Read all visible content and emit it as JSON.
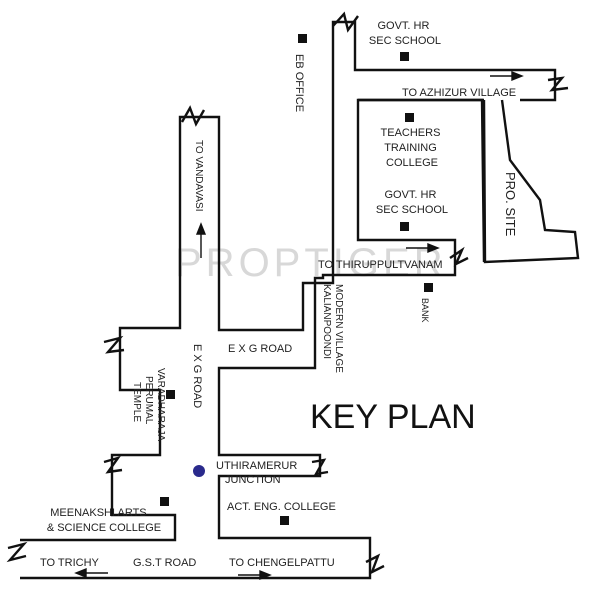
{
  "title": "KEY PLAN",
  "watermark": "PROPTIGER",
  "labels": {
    "govt_hr_sec_school_1": [
      "GOVT. HR",
      "SEC SCHOOL"
    ],
    "eb_office": "EB OFFICE",
    "to_azhizur_village": "TO AZHIZUR VILLAGE",
    "teachers_training_college": [
      "TEACHERS",
      "TRAINING",
      "COLLEGE"
    ],
    "pro_site": "PRO. SITE",
    "govt_hr_sec_school_2": [
      "GOVT. HR",
      "SEC SCHOOL"
    ],
    "to_thiruppultvanam": "TO THIRUPPULTVANAM",
    "bank": "BANK",
    "kalianpoondi_modern_village": [
      "KALIANPOONDI",
      "MODERN VILLAGE"
    ],
    "to_vandavasi": "TO VANDAVASI",
    "exg_road_horizontal": "E X G ROAD",
    "exg_road_vertical": "E X G ROAD",
    "varadharaja_perumal_temple": [
      "VARADHARAJA",
      "PERUMAL",
      "TEMPLE"
    ],
    "uthiramerur_junction": [
      "UTHIRAMERUR",
      "JUNCTION"
    ],
    "meenakshi_college": [
      "MEENAKSHI ARTS",
      "& SCIENCE COLLEGE"
    ],
    "act_eng_college": "ACT. ENG. COLLEGE",
    "to_trichy": "TO TRICHY",
    "gst_road": "G.S.T ROAD",
    "to_chengelpattu": "TO CHENGELPATTU"
  },
  "colors": {
    "road_outline": "#111111",
    "landmark": "#111111",
    "junction": "#2a2a8c",
    "watermark": "#d8d8d8"
  },
  "icons": {
    "landmark": "filled-square",
    "junction": "filled-circle",
    "direction": "arrow",
    "road_end": "break-mark"
  }
}
